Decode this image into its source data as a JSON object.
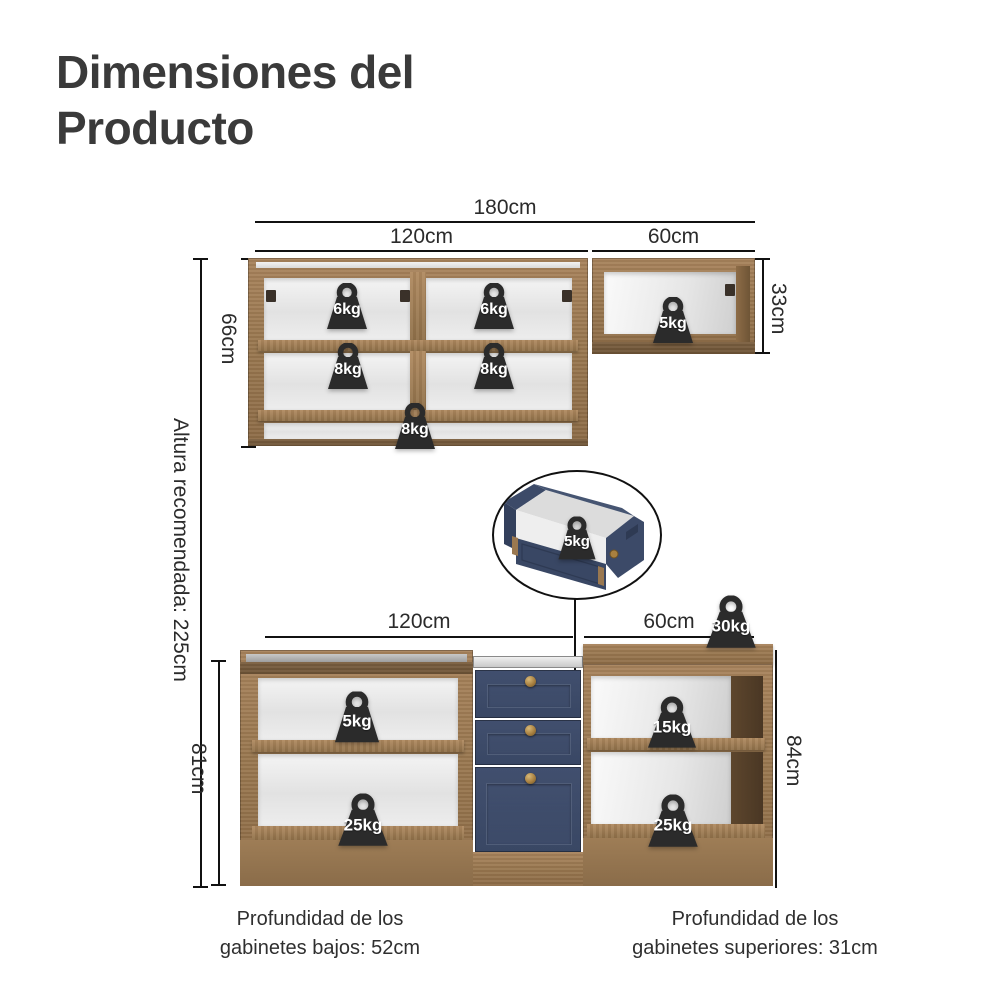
{
  "page": {
    "title_line1": "Dimensiones del",
    "title_line2": "Producto",
    "background_color": "#ffffff",
    "text_color": "#333333"
  },
  "colors": {
    "wood": "#9a7850",
    "wood_dark": "#6e5437",
    "navy": "#3c4a68",
    "brass": "#a88040",
    "badge": "#2b2b2b",
    "line": "#111111",
    "interior": "#eaeaea"
  },
  "dimensions": {
    "overall_width": "180cm",
    "upper_left_width": "120cm",
    "upper_right_width": "60cm",
    "upper_left_height": "66cm",
    "upper_right_height": "33cm",
    "recommended_height": "Altura recomendada: 225cm",
    "lower_left_width": "120cm",
    "lower_right_width": "60cm",
    "lower_left_height": "81cm",
    "lower_right_height": "84cm"
  },
  "captions": {
    "lower_depth": "Profundidad de los\ngabinetes bajos: 52cm",
    "upper_depth": "Profundidad de los\ngabinetes superiores: 31cm"
  },
  "weights": {
    "upper_left_top_a": "6kg",
    "upper_left_top_b": "6kg",
    "upper_left_mid_a": "8kg",
    "upper_left_mid_b": "8kg",
    "upper_left_bottom": "8kg",
    "upper_right": "5kg",
    "callout_drawer": "5kg",
    "lower_left_top": "5kg",
    "lower_left_bottom": "25kg",
    "lower_right_counter": "30kg",
    "lower_right_top": "15kg",
    "lower_right_bottom": "25kg"
  },
  "icons": {
    "weight": "weight-icon"
  }
}
